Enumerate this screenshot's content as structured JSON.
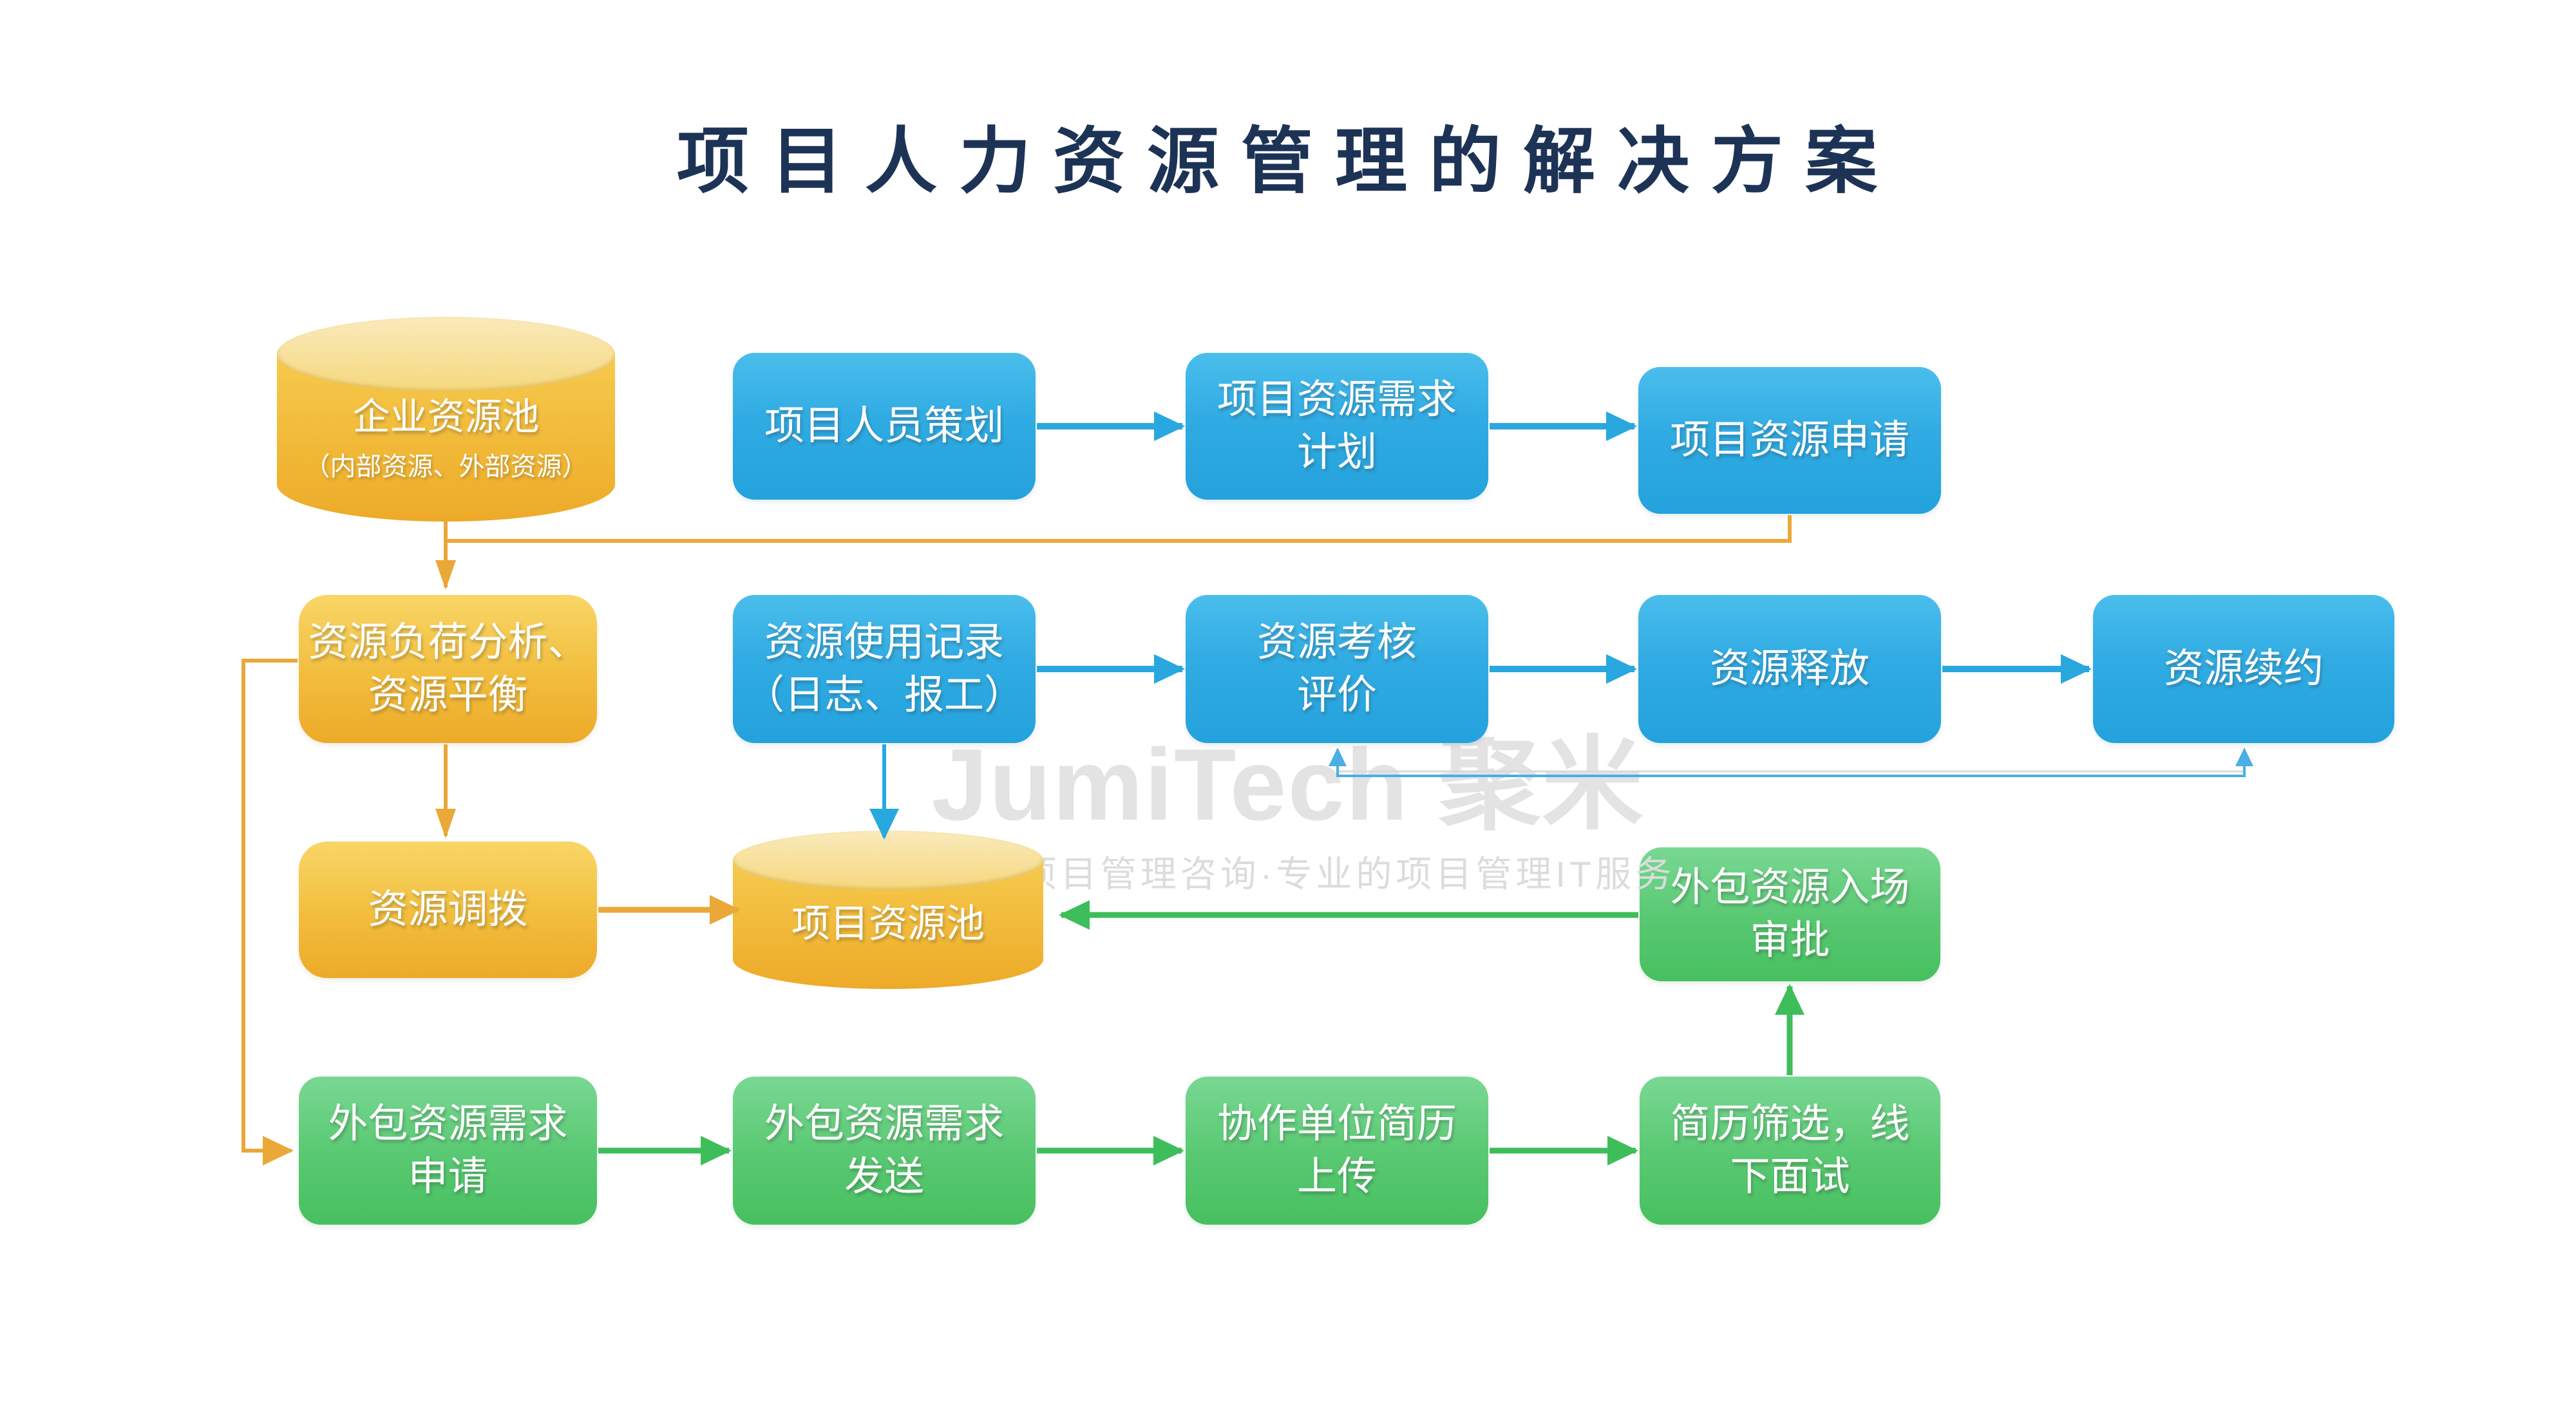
{
  "title": "项目人力资源管理的解决方案",
  "watermark": {
    "brand": "JumiTech 聚米",
    "slogan": "卓越的项目管理咨询·专业的项目管理IT服务"
  },
  "colors": {
    "title": "#1d3356",
    "blue_node": "#2aa9e1",
    "yellow_node": "#f0b432",
    "green_node": "#55c76e",
    "blue_arrow": "#29a8e0",
    "yellow_arrow": "#eaa838",
    "green_arrow": "#3ebd5b",
    "thin_blue_line": "#4aafe2",
    "watermark_gray": "#e3e3e3"
  },
  "nodes": {
    "enterprise_pool": {
      "shape": "cylinder",
      "color": "yellow",
      "label": "企业资源池",
      "sublabel": "（内部资源、外部资源）"
    },
    "personnel_planning": {
      "shape": "rounded-rect",
      "color": "blue",
      "label": "项目人员策划"
    },
    "demand_plan": {
      "shape": "rounded-rect",
      "color": "blue",
      "label": [
        "项目资源需求",
        "计划"
      ]
    },
    "resource_apply": {
      "shape": "rounded-rect",
      "color": "blue",
      "label": "项目资源申请"
    },
    "load_analysis": {
      "shape": "rounded-rect",
      "color": "yellow",
      "label": [
        "资源负荷分析、",
        "资源平衡"
      ]
    },
    "usage_record": {
      "shape": "rounded-rect",
      "color": "blue",
      "label": [
        "资源使用记录",
        "（日志、报工）"
      ]
    },
    "assessment": {
      "shape": "rounded-rect",
      "color": "blue",
      "label": [
        "资源考核",
        "评价"
      ]
    },
    "release": {
      "shape": "rounded-rect",
      "color": "blue",
      "label": "资源释放"
    },
    "renewal": {
      "shape": "rounded-rect",
      "color": "blue",
      "label": "资源续约"
    },
    "transfer": {
      "shape": "rounded-rect",
      "color": "yellow",
      "label": "资源调拨"
    },
    "project_pool": {
      "shape": "cylinder",
      "color": "yellow",
      "label": "项目资源池"
    },
    "onboarding_approval": {
      "shape": "rounded-rect",
      "color": "green",
      "label": [
        "外包资源入场",
        "审批"
      ]
    },
    "outsource_apply": {
      "shape": "rounded-rect",
      "color": "green",
      "label": [
        "外包资源需求",
        "申请"
      ]
    },
    "outsource_send": {
      "shape": "rounded-rect",
      "color": "green",
      "label": [
        "外包资源需求",
        "发送"
      ]
    },
    "resume_upload": {
      "shape": "rounded-rect",
      "color": "green",
      "label": [
        "协作单位简历",
        "上传"
      ]
    },
    "resume_screening": {
      "shape": "rounded-rect",
      "color": "green",
      "label": [
        "简历筛选，线",
        "下面试"
      ]
    }
  },
  "connectors": [
    {
      "from": "personnel_planning",
      "to": "demand_plan",
      "color": "blue"
    },
    {
      "from": "demand_plan",
      "to": "resource_apply",
      "color": "blue"
    },
    {
      "from": "enterprise_pool",
      "to": "load_analysis",
      "color": "yellow"
    },
    {
      "from": "resource_apply",
      "to": "load_analysis",
      "color": "yellow",
      "style": "elbow"
    },
    {
      "from": "load_analysis",
      "to": "transfer",
      "color": "yellow"
    },
    {
      "from": "load_analysis",
      "to": "outsource_apply",
      "color": "yellow",
      "style": "elbow-left"
    },
    {
      "from": "transfer",
      "to": "project_pool",
      "color": "yellow"
    },
    {
      "from": "usage_record",
      "to": "project_pool",
      "color": "blue"
    },
    {
      "from": "usage_record",
      "to": "assessment",
      "color": "blue"
    },
    {
      "from": "assessment",
      "to": "release",
      "color": "blue"
    },
    {
      "from": "release",
      "to": "renewal",
      "color": "blue"
    },
    {
      "from": "assessment",
      "to": "renewal",
      "color": "blue",
      "style": "thin-double-arrow"
    },
    {
      "from": "onboarding_approval",
      "to": "project_pool",
      "color": "green"
    },
    {
      "from": "outsource_apply",
      "to": "outsource_send",
      "color": "green"
    },
    {
      "from": "outsource_send",
      "to": "resume_upload",
      "color": "green"
    },
    {
      "from": "resume_upload",
      "to": "resume_screening",
      "color": "green"
    },
    {
      "from": "resume_screening",
      "to": "onboarding_approval",
      "color": "green"
    }
  ]
}
